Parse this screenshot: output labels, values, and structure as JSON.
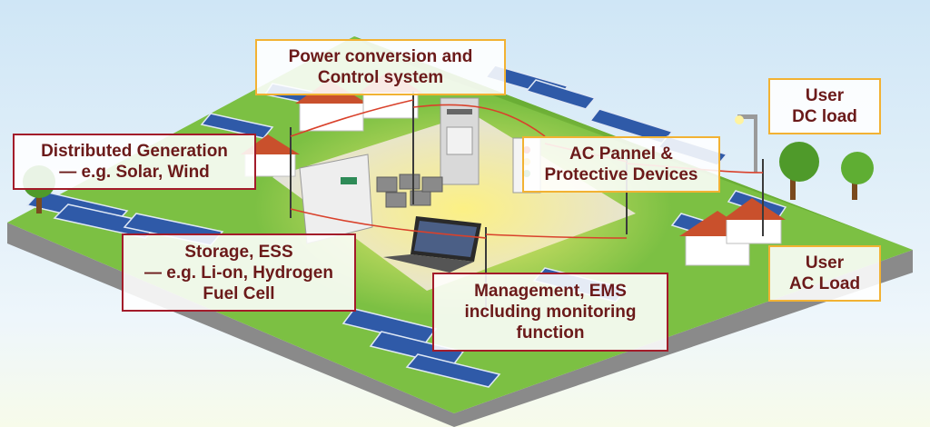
{
  "colors": {
    "sky_top": "#cfe6f6",
    "sky_bottom": "#ffffff",
    "grass": "#7cc043",
    "grass_dark": "#5a9a2e",
    "plaza": "#dcdcdc",
    "solar_panel": "#2f5aa8",
    "roof": "#c9502c",
    "cable": "#d9412b",
    "gold_border": "#f2b233",
    "red_border": "#a31c2a",
    "label_text": "#6b1a1a"
  },
  "labels": {
    "power_conversion": {
      "line1": "Power conversion",
      "line2": "and",
      "line3": "Control system"
    },
    "distributed_generation": {
      "line1": "Distributed Generation",
      "line2": "— e.g. Solar, Wind"
    },
    "user_dc": {
      "line1": "User",
      "line2": "DC load"
    },
    "ac_panel": {
      "line1": "AC Pannel &",
      "line2": "Protective Devices"
    },
    "storage": {
      "line1": "Storage, ESS",
      "line2": "— e.g. Li-on, Hydrogen",
      "line3": "Fuel Cell"
    },
    "user_ac": {
      "line1": "User",
      "line2": "AC Load"
    },
    "management": {
      "line1": "Management, EMS",
      "line2": "including monitoring",
      "line3": "function"
    }
  }
}
